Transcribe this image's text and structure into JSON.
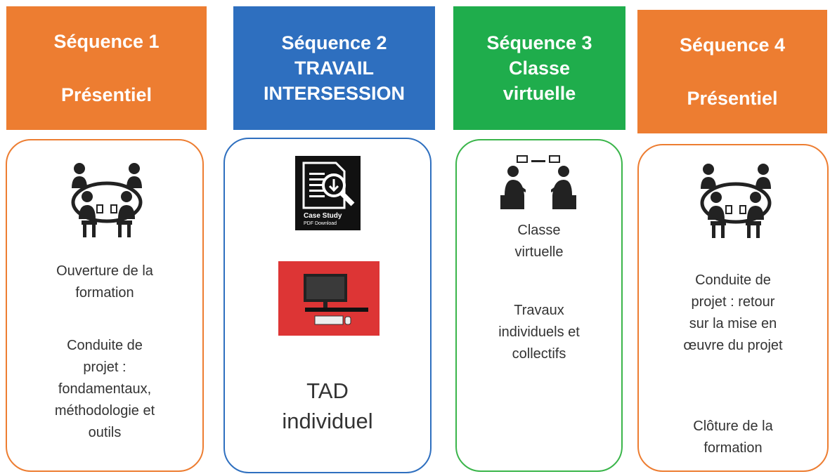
{
  "sequences": [
    {
      "header_lines": [
        "Séquence 1",
        "Présentiel"
      ],
      "header_color": "#ed7d31",
      "border_color": "#ed7d31",
      "icons": [
        "meeting-table-icon"
      ],
      "text1": "Ouverture de la\nformation",
      "text2": "Conduite de\nprojet :\nfondamentaux,\nméthodologie et\noutils"
    },
    {
      "header_lines": [
        "Séquence 2",
        "TRAVAIL",
        "INTERSESSION"
      ],
      "header_color": "#2e6fbf",
      "border_color": "#2e6fbf",
      "icons": [
        "case-study-pdf-icon",
        "computer-workstation-icon"
      ],
      "case_study_caption_1": "Case Study",
      "case_study_caption_2": "PDF Download",
      "text1": "TAD\nindividuel"
    },
    {
      "header_lines": [
        "Séquence 3",
        "Classe",
        "virtuelle"
      ],
      "header_color": "#1fad4c",
      "border_color": "#3ab54a",
      "icons": [
        "two-people-chatting-icon"
      ],
      "text1": "Classe\nvirtuelle",
      "text2": "Travaux\nindividuels et\ncollectifs"
    },
    {
      "header_lines": [
        "Séquence 4",
        "Présentiel"
      ],
      "header_color": "#ed7d31",
      "border_color": "#ed7d31",
      "icons": [
        "meeting-table-icon"
      ],
      "text1": "Conduite de\nprojet : retour\nsur la mise en\nœuvre du projet",
      "text2": "Clôture de la\nformation"
    }
  ]
}
